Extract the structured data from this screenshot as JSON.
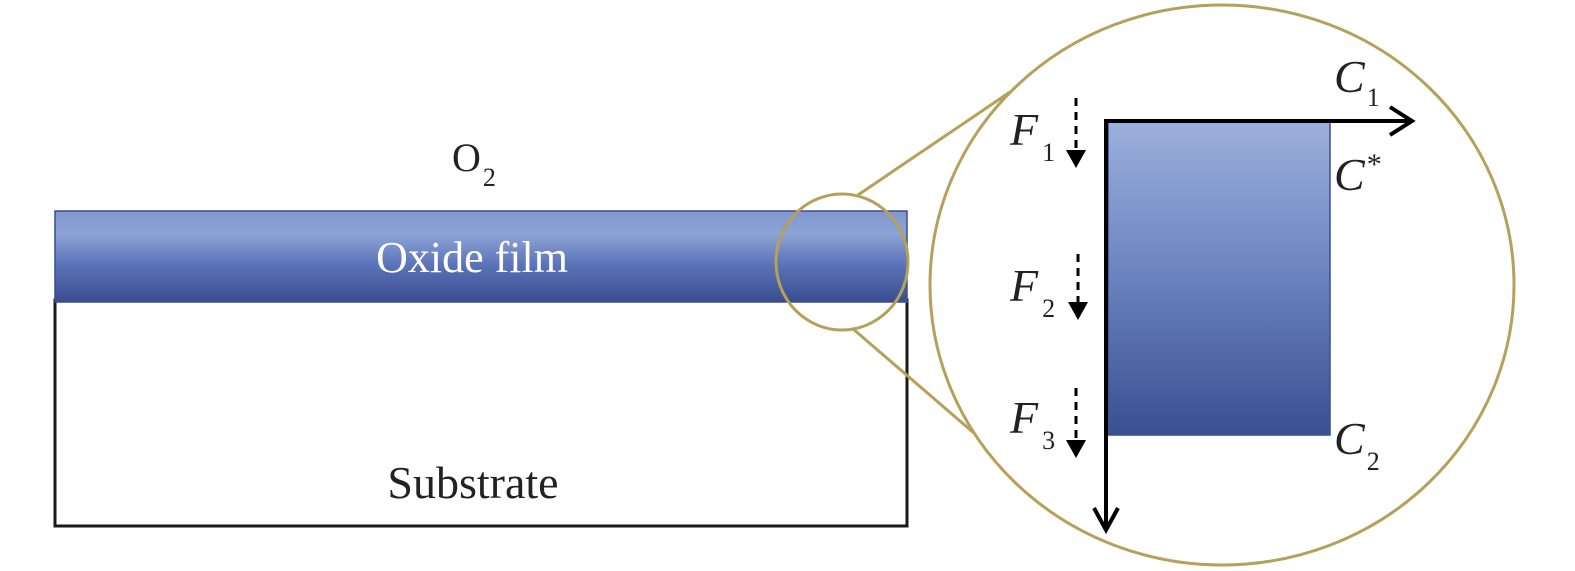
{
  "labels": {
    "o2_main": "O",
    "o2_sub": "2",
    "oxide_film": "Oxide film",
    "substrate": "Substrate",
    "f1_main": "F",
    "f1_sub": "1",
    "f2_main": "F",
    "f2_sub": "2",
    "f3_main": "F",
    "f3_sub": "3",
    "c1_main": "C",
    "c1_sub": "1",
    "cstar_main": "C",
    "cstar_sup": "*",
    "c2_main": "C",
    "c2_sub": "2"
  },
  "colors": {
    "film_light": "#98ACD8",
    "film_dark": "#3C5090",
    "magnifier": "#B5A15A",
    "outline": "#1a1a1a"
  }
}
